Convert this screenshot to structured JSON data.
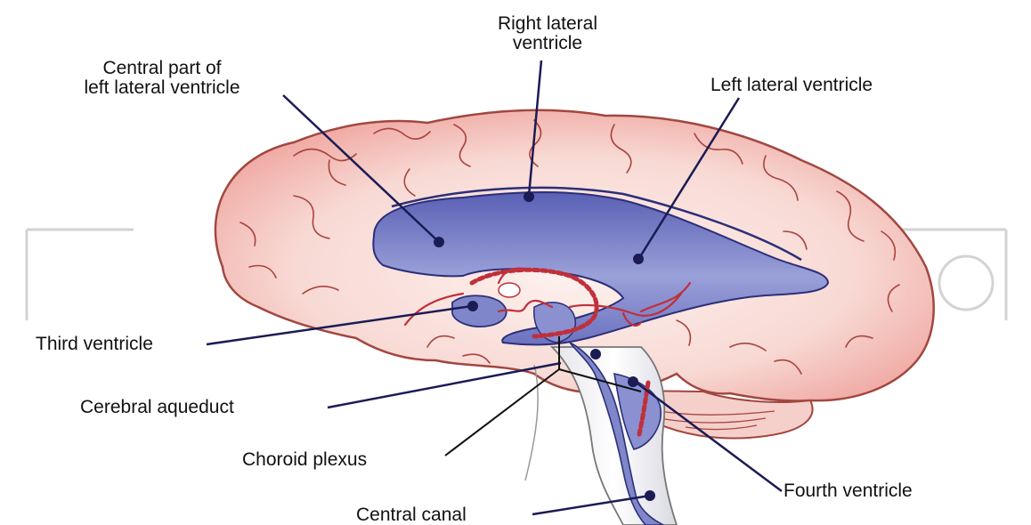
{
  "labels": {
    "right_lateral_line1": "Right lateral",
    "right_lateral_line2": "ventricle",
    "central_part_line1": "Central part of",
    "central_part_line2": "left lateral ventricle",
    "left_lateral": "Left lateral ventricle",
    "third_ventricle": "Third ventricle",
    "cerebral_aqueduct": "Cerebral aqueduct",
    "choroid_plexus": "Choroid plexus",
    "fourth_ventricle": "Fourth ventricle",
    "central_canal": "Central canal"
  },
  "colors": {
    "brain_fill": "#f7c9c3",
    "brain_outline": "#8c3b36",
    "ventricle_fill": "#7f86c9",
    "ventricle_dark": "#2c2f78",
    "plexus": "#c0303a",
    "leader": "#1b1b56",
    "watermark": "#cfcfcf"
  }
}
